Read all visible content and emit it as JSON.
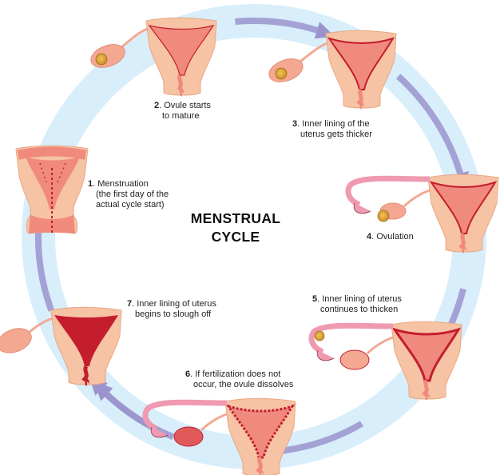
{
  "title": {
    "line1": "MENSTRUAL",
    "line2": "CYCLE"
  },
  "colors": {
    "ring": "#d8eefb",
    "arrow": "#9b94cc",
    "tissue": "#f6c3a4",
    "tissue_edge": "#e8a886",
    "lining_light": "#f08a7c",
    "lining_dark": "#c41d2e",
    "tube_pink": "#ef9ab0",
    "ovary": "#f4a892",
    "ovule": "#d9a23a"
  },
  "stages": [
    {
      "number": "1",
      "lines": [
        "Menstruation",
        "(the first day of the",
        "actual cycle start)"
      ]
    },
    {
      "number": "2",
      "lines": [
        "Ovule starts",
        "to mature"
      ]
    },
    {
      "number": "3",
      "lines": [
        "Inner lining of the",
        "uterus gets thicker"
      ]
    },
    {
      "number": "4",
      "lines": [
        "Ovulation"
      ]
    },
    {
      "number": "5",
      "lines": [
        "Inner lining of uterus",
        "continues to thicken"
      ]
    },
    {
      "number": "6",
      "lines": [
        "If fertilization does not",
        "occur, the ovule dissolves"
      ]
    },
    {
      "number": "7",
      "lines": [
        "Inner lining of uterus",
        "begins to slough off"
      ]
    }
  ]
}
